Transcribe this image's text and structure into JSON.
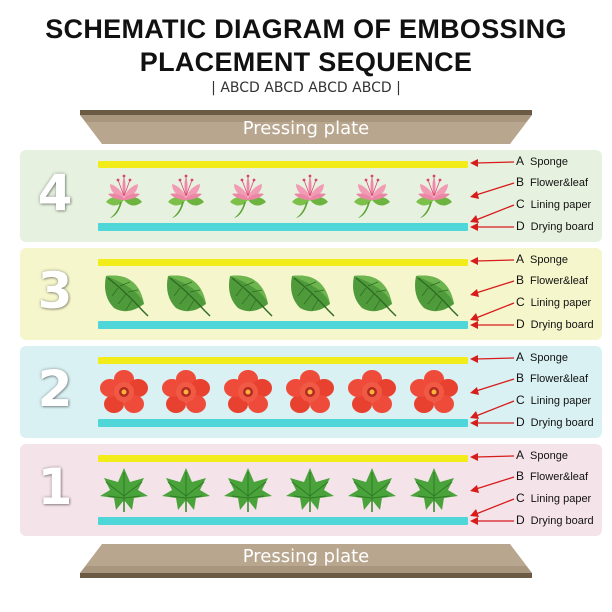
{
  "title": {
    "line1": "SCHEMATIC DIAGRAM OF EMBOSSING",
    "line2": "PLACEMENT SEQUENCE"
  },
  "subtitle": "| ABCD ABCD ABCD ABCD |",
  "plates": {
    "top": "Pressing plate",
    "bottom": "Pressing plate",
    "color": "#8b7a62"
  },
  "layer_labels": {
    "a": {
      "letter": "A",
      "text": "Sponge"
    },
    "b": {
      "letter": "B",
      "text": "Flower&leaf"
    },
    "c": {
      "letter": "C",
      "text": "Lining paper"
    },
    "d": {
      "letter": "D",
      "text": "Drying board"
    }
  },
  "layers": [
    {
      "number": "4",
      "bg": "#e6f1df",
      "item": "pink-flower-icon"
    },
    {
      "number": "3",
      "bg": "#f6f6cc",
      "item": "green-leaf-icon"
    },
    {
      "number": "2",
      "bg": "#d9f1f3",
      "item": "red-flower-icon"
    },
    {
      "number": "1",
      "bg": "#f5e3ea",
      "item": "ivy-leaf-icon"
    }
  ],
  "colors": {
    "sponge": "#f2ec1a",
    "drying_board": "#4fd6d8",
    "arrow": "#d71c1c"
  }
}
